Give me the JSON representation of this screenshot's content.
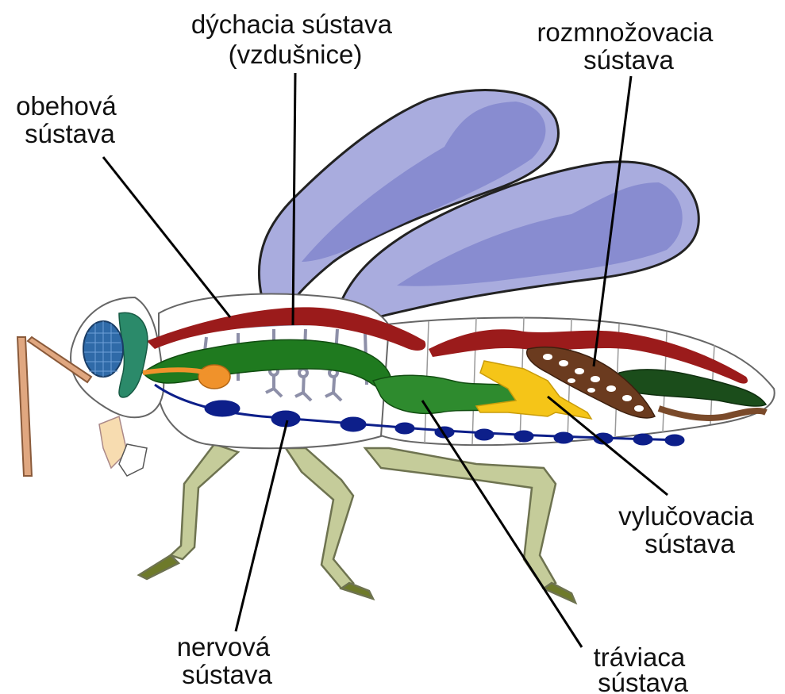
{
  "labels": {
    "respiratory": [
      "dýchacia sústava",
      "(vzdušnice)"
    ],
    "reproductive": [
      "rozmnožovacia",
      "sústava"
    ],
    "circulatory": [
      "obehová",
      "sústava"
    ],
    "excretory": [
      "vylučovacia",
      "sústava"
    ],
    "nervous": [
      "nervová",
      "sústava"
    ],
    "digestive": [
      "tráviaca",
      "sústava"
    ]
  },
  "colors": {
    "wing": "#9a9fd8",
    "wing_dark": "#7a80c9",
    "heart": "#9b1b1b",
    "gut": "#1f7a1f",
    "nerve": "#0d1f8a",
    "excretory": "#f5c518",
    "reproductive": "#6b3b1f",
    "trachea": "#8d8fa8",
    "leg": "#c5cc9a",
    "eye": "#2f6aa8",
    "head_green": "#2b8a6a",
    "crop": "#f0922b",
    "body_fill": "#ffffff"
  }
}
